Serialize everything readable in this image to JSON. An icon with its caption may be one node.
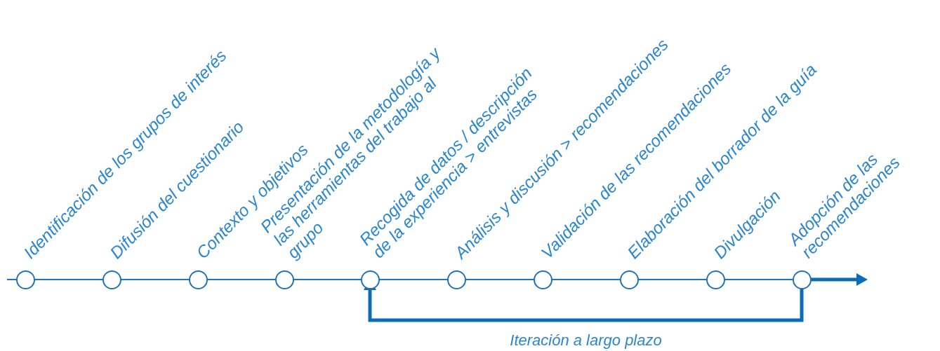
{
  "diagram": {
    "nodes": [
      {
        "text": [],
        "shape": "circle",
        "beside": [
          "Identificación de los grupos de interés"
        ]
      },
      {
        "text": [],
        "shape": "circle",
        "beside": [
          "Difusión del cuestionario"
        ]
      },
      {
        "text": [],
        "shape": "circle",
        "beside": [
          "Contexto y objetivos"
        ]
      },
      {
        "text": [],
        "shape": "circle",
        "beside": [
          "Presentación de la metodología y las herramientas del trabajo al grupo"
        ]
      },
      {
        "text": [],
        "shape": "circle",
        "beside": [
          "Recogida de datos / descripción de la experiencia > entrevistas"
        ]
      },
      {
        "text": [],
        "shape": "circle",
        "beside": [
          "Análisis y discusión > recomendaciones"
        ]
      },
      {
        "text": [],
        "shape": "circle",
        "beside": [
          "Validación de las recomendaciones"
        ]
      },
      {
        "text": [],
        "shape": "circle",
        "beside": [
          "Elaboración del borrador de la guía"
        ]
      },
      {
        "text": [],
        "shape": "circle",
        "beside": [
          "Divulgación"
        ]
      },
      {
        "text": [],
        "shape": "circle",
        "beside": [
          "Adopción de las recomendaciones"
        ]
      }
    ],
    "edges": [
      {
        "from": null,
        "to": 0,
        "arrow": "none"
      },
      {
        "from": 0,
        "to": 1,
        "arrow": "none"
      },
      {
        "from": 1,
        "to": 2,
        "arrow": "none"
      },
      {
        "from": 2,
        "to": 3,
        "arrow": "none"
      },
      {
        "from": 3,
        "to": 4,
        "arrow": "none"
      },
      {
        "from": 4,
        "to": 5,
        "arrow": "none"
      },
      {
        "from": 5,
        "to": 6,
        "arrow": "none"
      },
      {
        "from": 6,
        "to": 7,
        "arrow": "none"
      },
      {
        "from": 7,
        "to": 8,
        "arrow": "none"
      },
      {
        "from": 8,
        "to": 9,
        "arrow": "none"
      },
      {
        "from": 9,
        "to": null,
        "arrow": "to",
        "style": "thick"
      },
      {
        "from": 9,
        "to": 4,
        "arrow": "to",
        "style": "thick",
        "label": "Iteración a largo plazo"
      }
    ]
  }
}
